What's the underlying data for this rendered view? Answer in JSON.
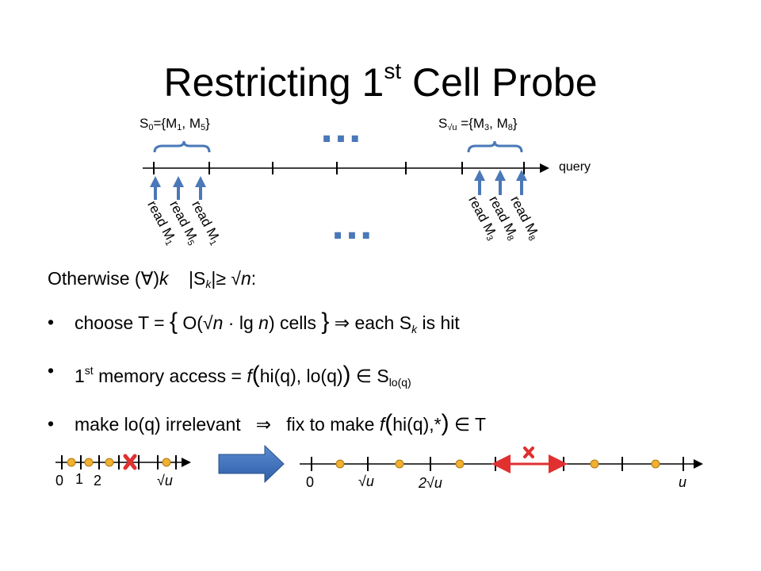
{
  "title": {
    "main": "Restricting 1",
    "sup": "st",
    "rest": " Cell Probe"
  },
  "top_diagram": {
    "left_set": {
      "s": "S",
      "sub": "0",
      "body": "={M",
      "m1": "1",
      "mid": ", M",
      "m5": "5",
      "end": "}"
    },
    "right_set": {
      "s": "S",
      "sub": "√u",
      "body": " ={M",
      "m3": "3",
      "mid": ", M",
      "m8": "8",
      "end": "}"
    },
    "ellipsis": "…",
    "axis_label": "query",
    "left_reads": [
      {
        "text": "read M",
        "sub": "1"
      },
      {
        "text": "read M",
        "sub": "5"
      },
      {
        "text": "read M",
        "sub": "1"
      }
    ],
    "right_reads": [
      {
        "text": "read M",
        "sub": "3"
      },
      {
        "text": "read M",
        "sub": "8"
      },
      {
        "text": "read M",
        "sub": "8"
      }
    ]
  },
  "otherwise": {
    "prefix": "Otherwise (∀)",
    "k": "k",
    "gap": "    |S",
    "sub": "k",
    "rest": "|≥ ",
    "sqrtn": "√n",
    "colon": ":"
  },
  "bullets": [
    {
      "a": "choose T = ",
      "brace_open": "{",
      "b": " O(",
      "sqrtn": "√n",
      "c": " · lg ",
      "n": "n",
      "d": ") cells ",
      "brace_close": "}",
      "e": " ⇒  each S",
      "sub": "k",
      "f": " is hit"
    },
    {
      "a": "1",
      "sup": "st",
      "b": " memory access = ",
      "f": "f",
      "paren_open": "(",
      "c": "hi(q), lo(q)",
      "paren_close": ")",
      "d": " ∈ S",
      "sub": "lo(q)"
    },
    {
      "a": "make lo(q) irrelevant   ⇒   fix to make ",
      "f": "f",
      "paren_open": "(",
      "c": "hi(q),*",
      "paren_close": ")",
      "d": " ∈ T"
    }
  ],
  "bottom_left": {
    "labels": [
      "0",
      "1",
      "2",
      "√u"
    ]
  },
  "bottom_right": {
    "labels": [
      "0",
      "√u",
      "2√u",
      "u"
    ]
  },
  "colors": {
    "arrow_blue": "#4a78b8",
    "dot_yellow": "#f0b030",
    "red": "#e03030",
    "brace_blue": "#4a78b8"
  }
}
